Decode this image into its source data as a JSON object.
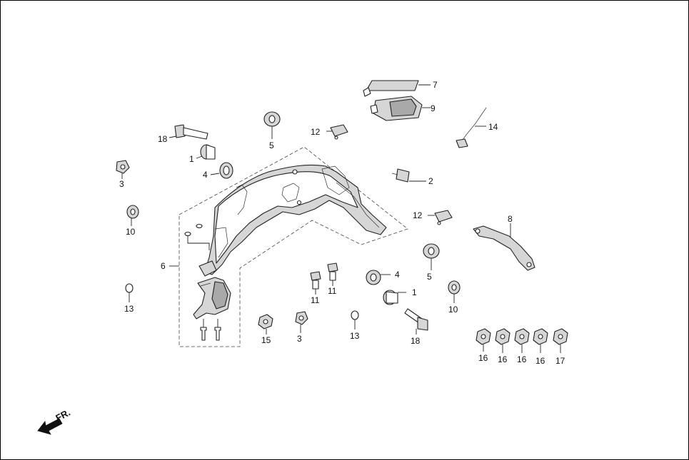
{
  "diagram": {
    "front_indicator": "FR.",
    "callouts": {
      "c1a": "1",
      "c1b": "1",
      "c2": "2",
      "c3a": "3",
      "c3b": "3",
      "c4a": "4",
      "c4b": "4",
      "c5a": "5",
      "c5b": "5",
      "c6": "6",
      "c7": "7",
      "c8": "8",
      "c9": "9",
      "c10a": "10",
      "c10b": "10",
      "c11a": "11",
      "c11b": "11",
      "c12a": "12",
      "c12b": "12",
      "c13a": "13",
      "c13b": "13",
      "c14": "14",
      "c15": "15",
      "c16a": "16",
      "c16b": "16",
      "c16c": "16",
      "c16d": "16",
      "c17": "17",
      "c18a": "18",
      "c18b": "18"
    }
  }
}
